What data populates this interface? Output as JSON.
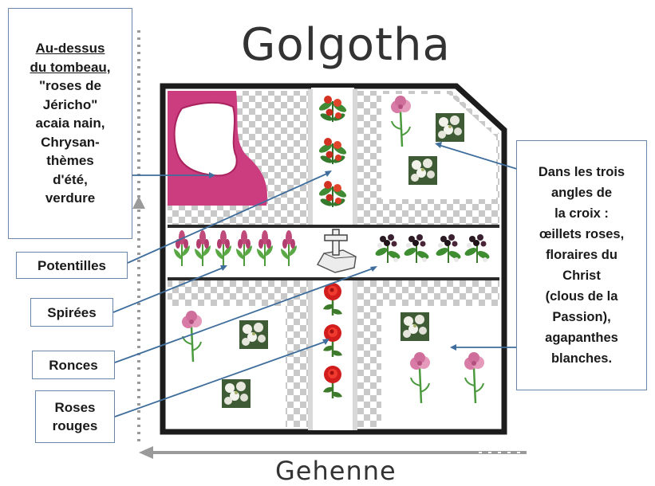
{
  "title": "Golgotha",
  "bottom_label": "Gehenne",
  "labels": {
    "top_left": {
      "underlined": [
        "Au-dessus",
        "du tombeau,"
      ],
      "lines": [
        "\"roses de",
        "Jéricho\"",
        "acaia nain,",
        "Chrysan-",
        "thèmes",
        "d'été,",
        "verdure"
      ]
    },
    "potentilles": "Potentilles",
    "spirees": "Spirées",
    "ronces": "Ronces",
    "roses_rouges": [
      "Roses",
      "rouges"
    ],
    "right": [
      "Dans les trois",
      "angles de",
      "la croix :",
      "œillets roses,",
      "floraires du",
      "Christ",
      "(clous de la",
      "Passion),",
      "agapanthes",
      "blanches."
    ]
  },
  "colors": {
    "frame": "#1c1c1c",
    "connector": "#3f6e9c",
    "tomb": "#cc3d80",
    "box_border": "#6b87a8"
  },
  "icons": [
    "carnation-icon",
    "white-flower-cluster-icon",
    "red-rose-icon",
    "red-flower-bush-icon",
    "potentilla-icon",
    "dark-berry-icon",
    "cross-on-rock-icon"
  ]
}
